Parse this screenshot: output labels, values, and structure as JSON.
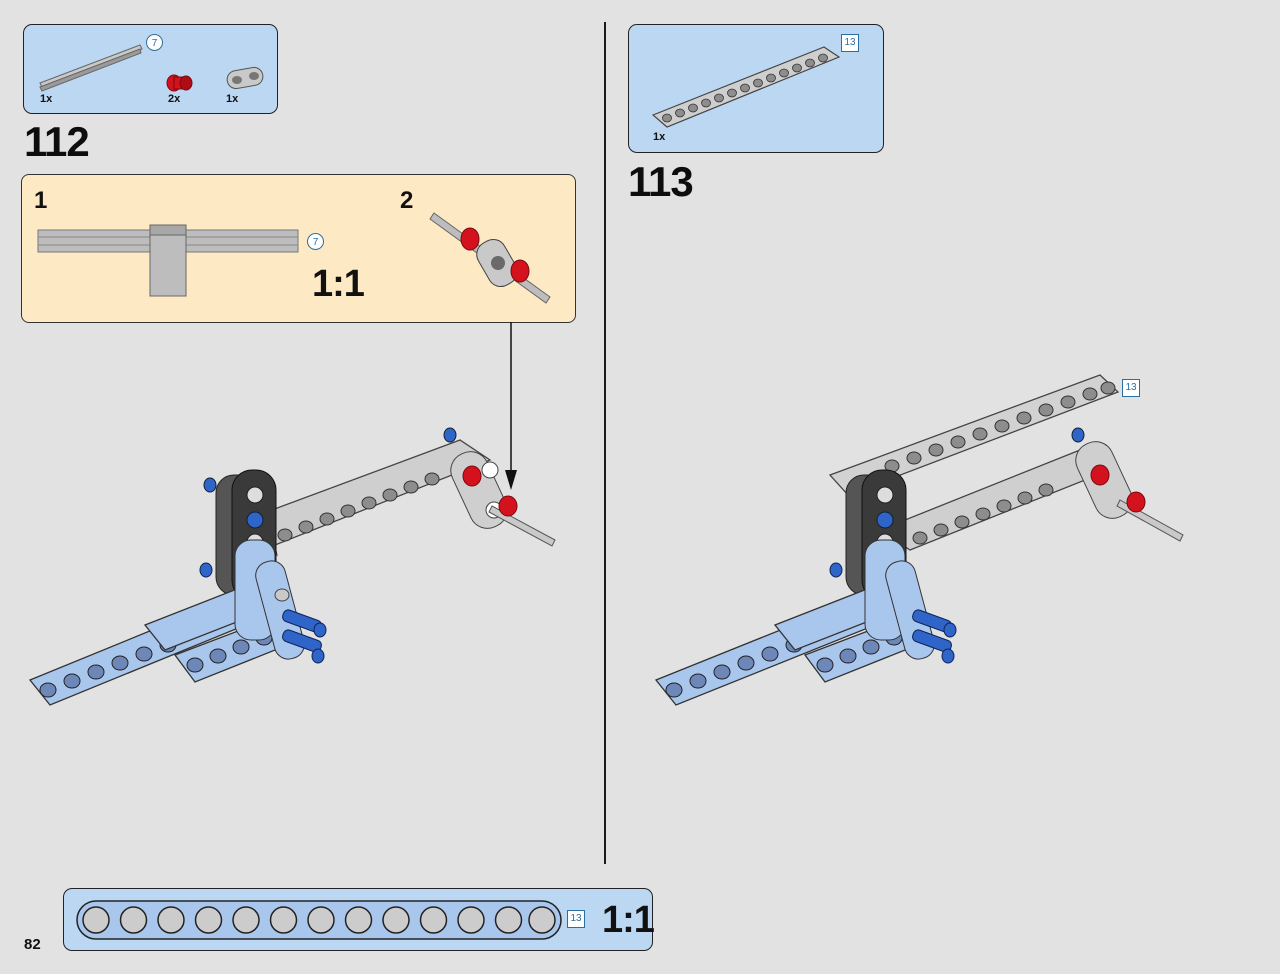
{
  "page": {
    "number": "82"
  },
  "step112": {
    "number": "112",
    "parts": [
      {
        "qty": "1x",
        "name": "axle",
        "length": "7"
      },
      {
        "qty": "2x",
        "name": "bush"
      },
      {
        "qty": "1x",
        "name": "beam"
      }
    ],
    "callout": {
      "sub1": "1",
      "sub2": "2",
      "length": "7",
      "scale": "1:1"
    }
  },
  "step113": {
    "number": "113",
    "parts": [
      {
        "qty": "1x",
        "name": "beam",
        "length": "13"
      }
    ],
    "model_length": "13"
  },
  "ruler": {
    "length": "13",
    "scale": "1:1"
  },
  "colors": {
    "background": "#e2e2e2",
    "parts_box": "#bcd7f1",
    "callout": "#fde9c4",
    "light_gray": "#c9c9c9",
    "dark_gray": "#555555",
    "blue_beam": "#a9c6ec",
    "blue_pin": "#2f64c9",
    "red_bush": "#d3121d"
  }
}
